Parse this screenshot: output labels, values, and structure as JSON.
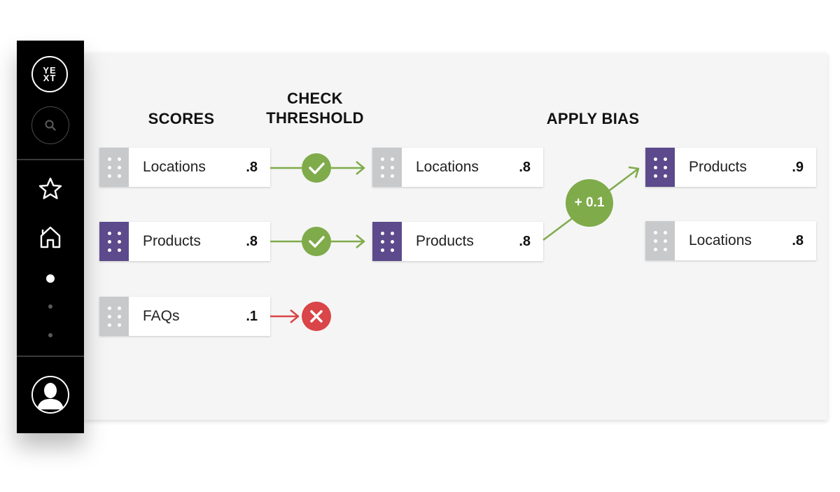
{
  "sidebar": {
    "logo_line1": "YE",
    "logo_line2": "XT",
    "icons": [
      "search-icon",
      "star-icon",
      "home-icon",
      "avatar-icon"
    ]
  },
  "headings": {
    "scores": "SCORES",
    "check_threshold_line1": "CHECK",
    "check_threshold_line2": "THRESHOLD",
    "apply_bias": "APPLY BIAS"
  },
  "scores": [
    {
      "name": "Locations",
      "score": ".8",
      "handle_color": "gray"
    },
    {
      "name": "Products",
      "score": ".8",
      "handle_color": "purple"
    },
    {
      "name": "FAQs",
      "score": ".1",
      "handle_color": "gray"
    }
  ],
  "threshold": [
    {
      "name": "Locations",
      "score": ".8",
      "handle_color": "gray"
    },
    {
      "name": "Products",
      "score": ".8",
      "handle_color": "purple"
    }
  ],
  "bias": {
    "label": "+ 0.1"
  },
  "results": [
    {
      "name": "Products",
      "score": ".9",
      "handle_color": "purple"
    },
    {
      "name": "Locations",
      "score": ".8",
      "handle_color": "gray"
    }
  ],
  "colors": {
    "green": "#7fab4a",
    "red": "#d94548",
    "purple": "#5c4a8c",
    "gray_handle": "#c7c9cb",
    "panel": "#f5f5f5"
  }
}
